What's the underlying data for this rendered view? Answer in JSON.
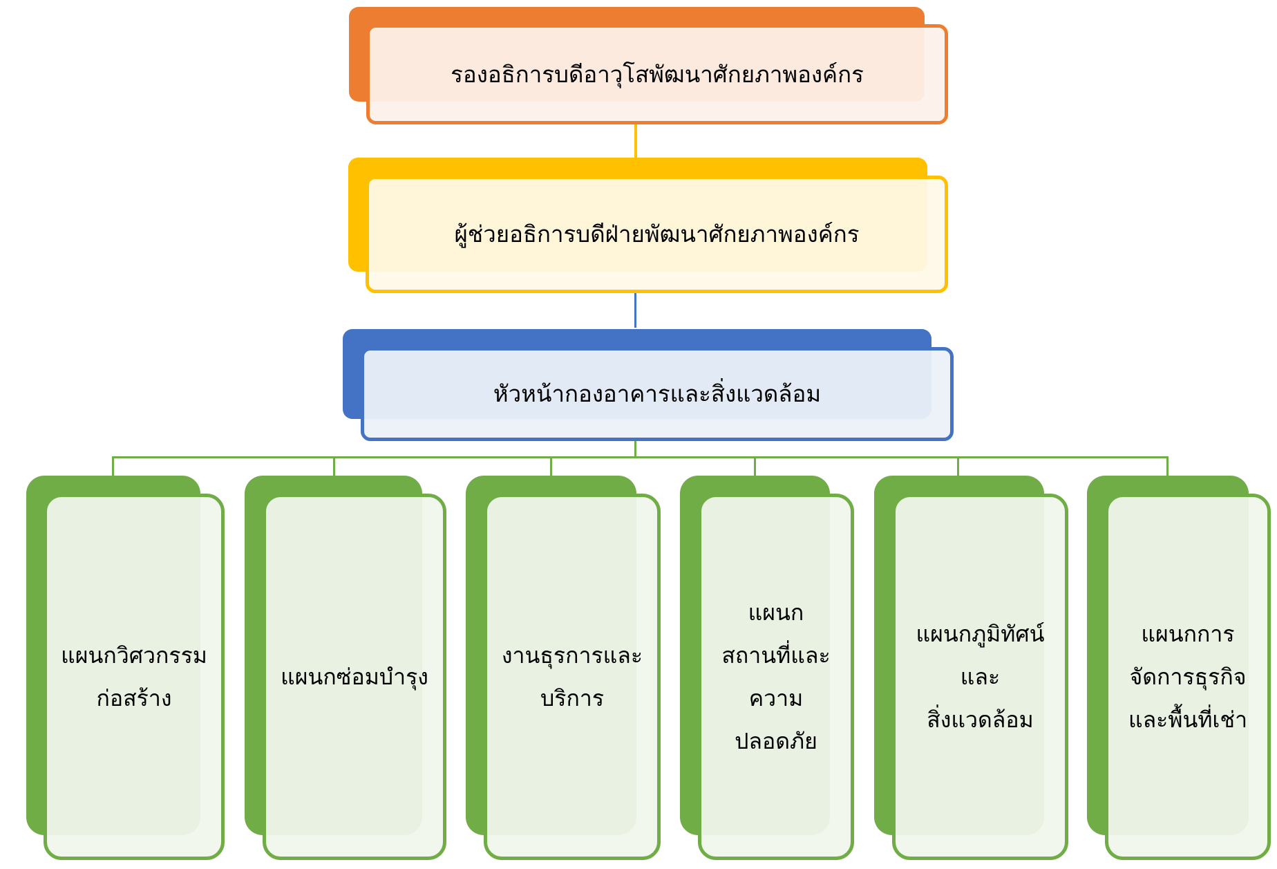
{
  "colors": {
    "orange": "#ED7D31",
    "orange_fill": "#FDF1EA",
    "yellow": "#FFC000",
    "yellow_fill": "#FFF9E8",
    "blue": "#4472C4",
    "blue_fill": "#ECF1F9",
    "green": "#70AD47",
    "green_fill": "#F0F6EC"
  },
  "levels": [
    {
      "name": "vp",
      "label": "รองอธิการบดีอาวุโสพัฒนาศักยภาพองค์กร",
      "color": "orange"
    },
    {
      "name": "asst",
      "label": "ผู้ช่วยอธิการบดีฝ่ายพัฒนาศักยภาพองค์กร",
      "color": "yellow"
    },
    {
      "name": "head",
      "label": "หัวหน้ากองอาคารและสิ่งแวดล้อม",
      "color": "blue"
    }
  ],
  "units": [
    {
      "name": "construction-engineering",
      "label": "แผนกวิศวกรรม\nก่อสร้าง"
    },
    {
      "name": "maintenance",
      "label": "แผนกซ่อมบำรุง"
    },
    {
      "name": "admin-services",
      "label": "งานธุรการและ\nบริการ"
    },
    {
      "name": "facilities-safety",
      "label": "แผนก\nสถานที่และ\nความ\nปลอดภัย"
    },
    {
      "name": "landscape-environment",
      "label": "แผนกภูมิทัศน์\nและ\nสิ่งแวดล้อม"
    },
    {
      "name": "business-leasing",
      "label": "แผนกการ\nจัดการธุรกิจ\nและพื้นที่เช่า"
    }
  ]
}
